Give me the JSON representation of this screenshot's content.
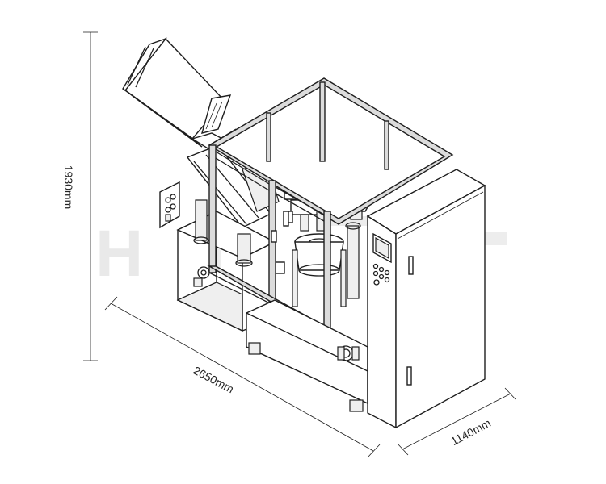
{
  "dimensions": {
    "height": "1930mm",
    "length": "2650mm",
    "width": "1140mm"
  },
  "watermark": "H",
  "colors": {
    "line": "#1e1e1e",
    "watermark": "#e9e9e9",
    "background": "#ffffff"
  }
}
